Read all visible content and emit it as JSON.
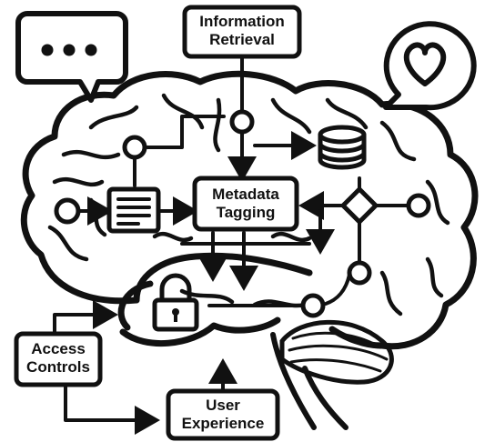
{
  "nodes": {
    "information_retrieval": "Information\nRetrieval",
    "metadata_tagging": "Metadata\nTagging",
    "access_controls": "Access\nControls",
    "user_experience": "User\nExperience"
  },
  "icons": [
    "speech-bubble-ellipsis-icon",
    "heart-speech-bubble-icon",
    "database-icon",
    "document-icon",
    "lock-icon",
    "decision-diamond-icon"
  ],
  "colors": {
    "ink": "#111111",
    "background": "#ffffff"
  }
}
